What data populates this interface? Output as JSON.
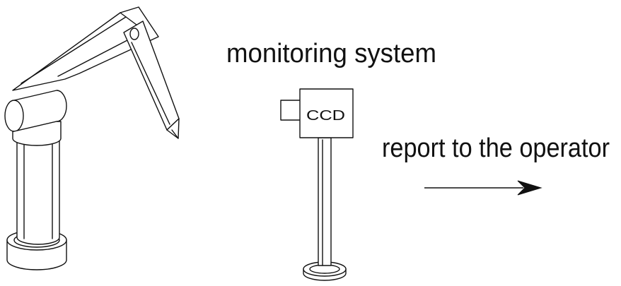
{
  "labels": {
    "monitoring": "monitoring system",
    "ccd": "CCD",
    "report": "report to the operator"
  }
}
